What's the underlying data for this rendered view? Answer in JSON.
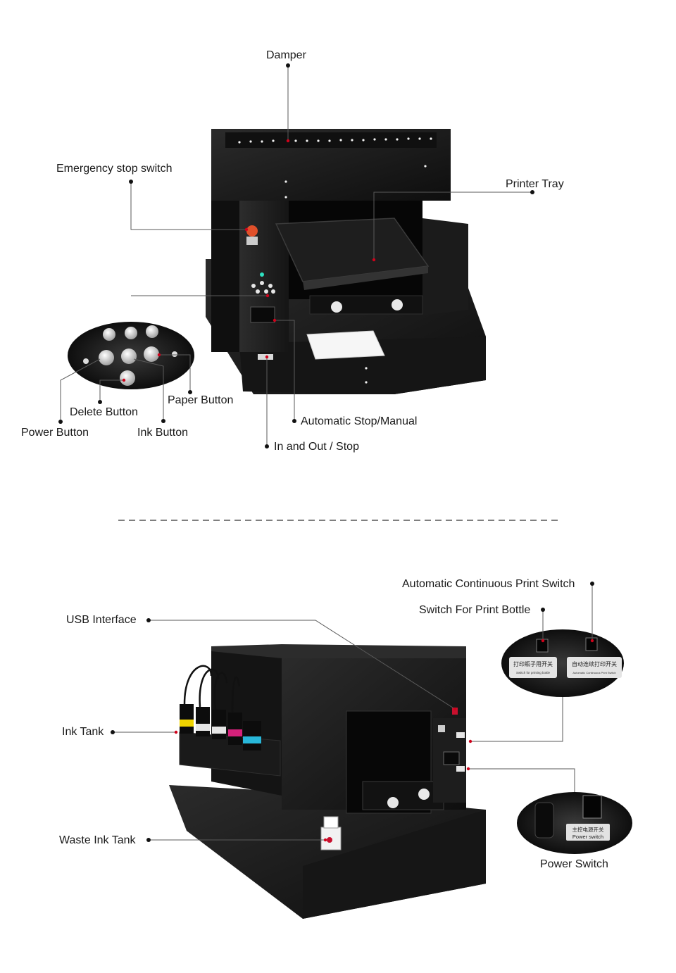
{
  "top_labels": {
    "damper": "Damper",
    "emergency_stop": "Emergency stop switch",
    "printer_tray": "Printer Tray",
    "paper_button": "Paper Button",
    "delete_button": "Delete Button",
    "power_button": "Power Button",
    "ink_button": "Ink Button",
    "auto_stop_manual": "Automatic Stop/Manual",
    "in_out_stop": "In and Out / Stop"
  },
  "bottom_labels": {
    "auto_continuous_switch": "Automatic Continuous Print Switch",
    "switch_print_bottle": "Switch For Print Bottle",
    "usb_interface": "USB Interface",
    "ink_tank": "Ink Tank",
    "waste_ink_tank": "Waste Ink Tank",
    "power_switch": "Power Switch"
  },
  "panel_text": {
    "switch_bottle_cn": "打印瓶子用开关",
    "switch_bottle_en": "Switch for printing bottle",
    "auto_cont_cn": "自动连续打印开关",
    "auto_cont_en": "Automatic Continuous Print Switch",
    "power_cn": "主控电源开关",
    "power_en": "Power switch"
  },
  "colors": {
    "body": "#1c1c1c",
    "body_light": "#2e2e2e",
    "leader": "#5a5a5a",
    "dot": "#111111",
    "red_dot": "#d0021b"
  }
}
